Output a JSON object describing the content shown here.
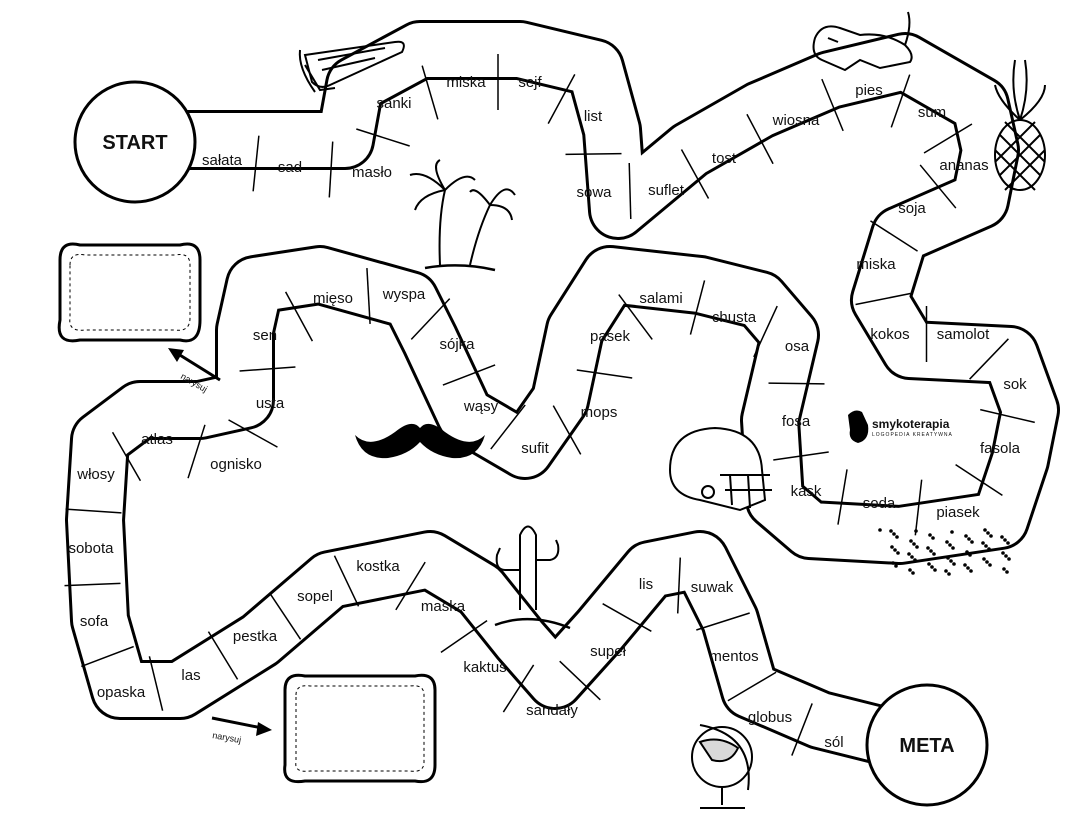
{
  "start_label": "START",
  "finish_label": "META",
  "draw_hint": "narysuj",
  "logo": {
    "name": "smykoterapia",
    "tagline": "LOGOPEDIA KREATYWNA"
  },
  "cells": [
    "sałata",
    "sad",
    "masło",
    "sanki",
    "miska",
    "sejf",
    "list",
    "sowa",
    "suflet",
    "tost",
    "wiosna",
    "pies",
    "sum",
    "ananas",
    "soja",
    "miska",
    "kokos",
    "samolot",
    "sok",
    "fasola",
    "piasek",
    "soda",
    "kask",
    "fosa",
    "osa",
    "chusta",
    "salami",
    "pasek",
    "mops",
    "sufit",
    "wąsy",
    "sójka",
    "wyspa",
    "mięso",
    "sen",
    "usta",
    "ognisko",
    "atlas",
    "włosy",
    "sobota",
    "sofa",
    "opaska",
    "las",
    "pestka",
    "sopel",
    "kostka",
    "maska",
    "kaktus",
    "sandały",
    "supeł",
    "lis",
    "suwak",
    "mentos",
    "globus",
    "sól"
  ],
  "icons": [
    "sled-icon",
    "palm-tree-icon",
    "dog-icon",
    "pineapple-icon",
    "mustache-icon",
    "helmet-icon",
    "cactus-icon",
    "globe-icon",
    "logo-icon",
    "arrow-icon",
    "frame-icon"
  ]
}
